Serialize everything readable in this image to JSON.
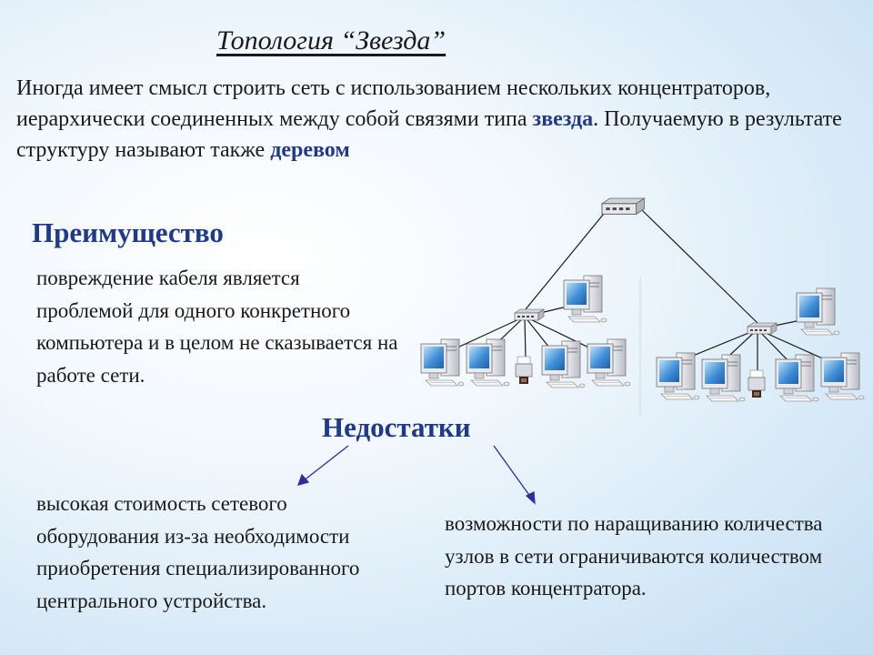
{
  "title": "Топология “Звезда”",
  "intro": {
    "part1": "Иногда имеет смысл строить сеть с использованием нескольких концентраторов, иерархически соединенных между собой связями типа ",
    "bold1": "звезда",
    "part2": ". Получаемую в результате структуру называют также ",
    "bold2": "деревом"
  },
  "advantage": {
    "heading": "Преимущество",
    "text": "повреждение кабеля является проблемой для одного конкретного компьютера и в целом не сказывается на работе сети."
  },
  "disadvantages": {
    "heading": "Недостатки",
    "left_text": "высокая стоимость сетевого оборудования из-за необходимости приобретения специализированного центрального устройства.",
    "right_text": "возможности по наращиванию количества узлов в сети ограничиваются количеством портов концентратора."
  },
  "colors": {
    "accent": "#1f3a8c",
    "arrow": "#2b2f9e",
    "monitor_screen": "#3f8fd6"
  },
  "diagram": {
    "icons": [
      "hub-icon",
      "computer-icon",
      "printer-icon"
    ]
  }
}
